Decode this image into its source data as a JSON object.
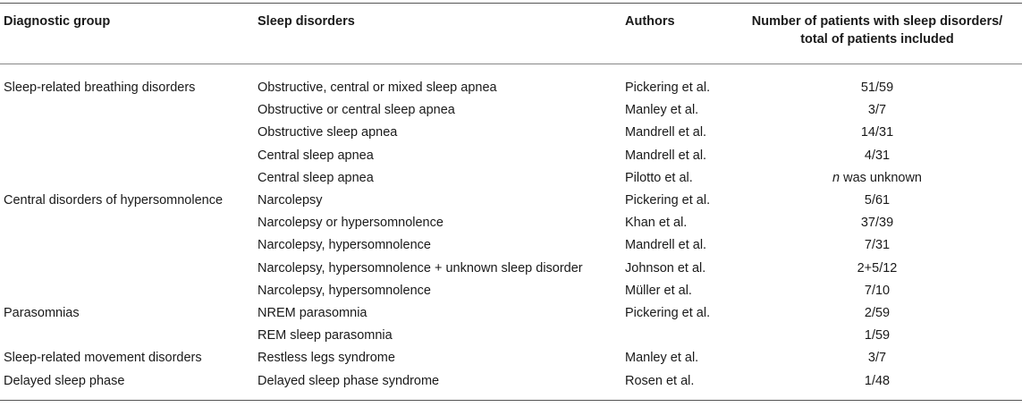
{
  "table": {
    "headers": {
      "group": "Diagnostic group",
      "disorder": "Sleep disorders",
      "authors": "Authors",
      "count_line1": "Number of patients with sleep disorders/",
      "count_line2": "total of patients included"
    },
    "rows": [
      {
        "group": "Sleep-related breathing disorders",
        "disorder": "Obstructive, central or mixed sleep apnea",
        "authors": "Pickering et al.",
        "count": "51/59"
      },
      {
        "group": "",
        "disorder": "Obstructive or central sleep apnea",
        "authors": "Manley et al.",
        "count": "3/7"
      },
      {
        "group": "",
        "disorder": "Obstructive sleep apnea",
        "authors": "Mandrell et al.",
        "count": "14/31"
      },
      {
        "group": "",
        "disorder": "Central sleep apnea",
        "authors": "Mandrell et al.",
        "count": "4/31"
      },
      {
        "group": "",
        "disorder": "Central sleep apnea",
        "authors": "Pilotto et al.",
        "count_italic": "n",
        "count": " was unknown"
      },
      {
        "group": "Central disorders of hypersomnolence",
        "disorder": "Narcolepsy",
        "authors": "Pickering et al.",
        "count": "5/61"
      },
      {
        "group": "",
        "disorder": "Narcolepsy or hypersomnolence",
        "authors": "Khan et al.",
        "count": "37/39"
      },
      {
        "group": "",
        "disorder": "Narcolepsy, hypersomnolence",
        "authors": "Mandrell et al.",
        "count": "7/31"
      },
      {
        "group": "",
        "disorder": "Narcolepsy, hypersomnolence + unknown sleep disorder",
        "authors": "Johnson et al.",
        "count": "2+5/12"
      },
      {
        "group": "",
        "disorder": "Narcolepsy, hypersomnolence",
        "authors": "Müller et al.",
        "count": "7/10"
      },
      {
        "group": "Parasomnias",
        "disorder": "NREM parasomnia",
        "authors": "Pickering et al.",
        "count": "2/59"
      },
      {
        "group": "",
        "disorder": "REM sleep parasomnia",
        "authors": "",
        "count": "1/59"
      },
      {
        "group": "Sleep-related movement disorders",
        "disorder": "Restless legs syndrome",
        "authors": "Manley et al.",
        "count": "3/7"
      },
      {
        "group": "Delayed sleep phase",
        "disorder": "Delayed sleep phase syndrome",
        "authors": "Rosen et al.",
        "count": "1/48"
      }
    ]
  }
}
